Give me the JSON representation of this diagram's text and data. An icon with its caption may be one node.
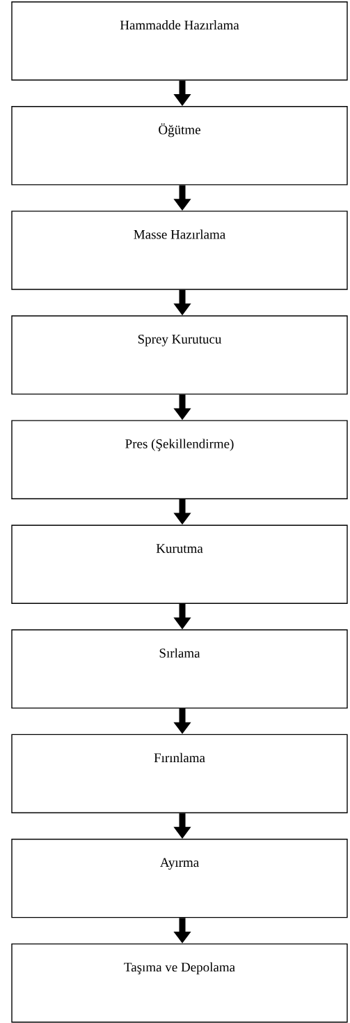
{
  "diagram": {
    "nodes": [
      {
        "text": [
          "Hammadde Hazırlama"
        ]
      },
      {
        "text": [
          "Öğütme"
        ]
      },
      {
        "text": [
          "Masse Hazırlama"
        ]
      },
      {
        "text": [
          "Sprey Kurutucu"
        ]
      },
      {
        "text": [
          "Pres (Şekillendirme)"
        ]
      },
      {
        "text": [
          "Kurutma"
        ]
      },
      {
        "text": [
          "Sırlama"
        ]
      },
      {
        "text": [
          "Fırınlama"
        ]
      },
      {
        "text": [
          "Ayırma"
        ]
      },
      {
        "text": [
          "Taşıma ve Depolama"
        ]
      }
    ],
    "edges": [
      {
        "from": 0,
        "to": 1,
        "arrow": "to"
      },
      {
        "from": 1,
        "to": 2,
        "arrow": "to"
      },
      {
        "from": 2,
        "to": 3,
        "arrow": "to"
      },
      {
        "from": 3,
        "to": 4,
        "arrow": "to"
      },
      {
        "from": 4,
        "to": 5,
        "arrow": "to"
      },
      {
        "from": 5,
        "to": 6,
        "arrow": "to"
      },
      {
        "from": 6,
        "to": 7,
        "arrow": "to"
      },
      {
        "from": 7,
        "to": 8,
        "arrow": "to"
      },
      {
        "from": 8,
        "to": 9,
        "arrow": "to"
      }
    ]
  }
}
